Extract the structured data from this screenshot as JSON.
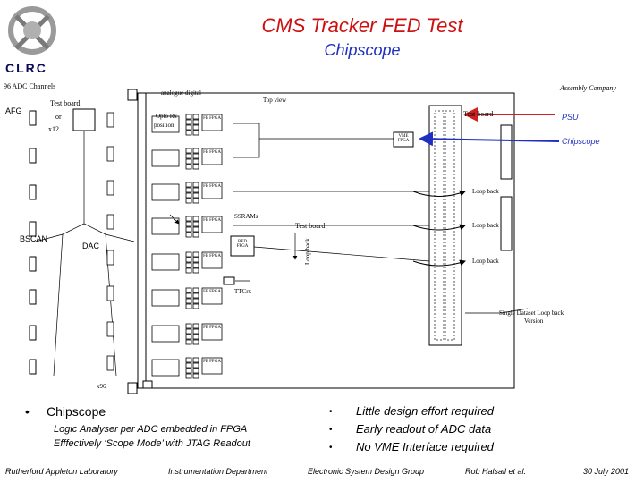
{
  "header": {
    "title": "CMS Tracker FED Test",
    "subtitle": "Chipscope",
    "logo_text": "CLRC"
  },
  "diagram": {
    "adc_channels": "96 ADC Channels",
    "assembly_company": "Assembly Company",
    "afg": "AFG",
    "test_board_left": "Test board",
    "or": "or",
    "x12": "x12",
    "analogue_digital": "analogue  digital",
    "top_view": "Top view",
    "opto_rx": "Opto Rx",
    "position": "position",
    "fe_fpga": "FE FPGA",
    "test_board_right": "Test board",
    "psu": "PSU",
    "vme_fpga": "VME FPGA",
    "chipscope": "Chipscope",
    "loop_back_1": "Loop back",
    "qdr_sram": "SSRAMs",
    "test_board_center": "Test board",
    "loop_back_2": "Loop back",
    "bscan": "BSCAN",
    "dac": "DAC",
    "bed_fpga": "BED FPGA",
    "loop_back_vertical": "Loop back",
    "loop_back_3": "Loop back",
    "ttcrx": "TTCrx",
    "single_dataset_loopback": "Single Dataset Loop back",
    "version": "Version",
    "x96": "x96"
  },
  "bullets_left": {
    "heading": "Chipscope",
    "line1": "Logic Analyser per ADC embedded in FPGA",
    "line2": "Efffectively ‘Scope Mode’ with JTAG Readout"
  },
  "bullets_right": [
    "Little design effort required",
    "Early readout of ADC data",
    "No VME Interface required"
  ],
  "footer": {
    "lab": "Rutherford Appleton Laboratory",
    "dept": "Instrumentation Department",
    "group": "Electronic System Design Group",
    "author": "Rob Halsall et al.",
    "date": "30 July 2001"
  },
  "colors": {
    "title": "#cc1111",
    "subtitle": "#1f2fbf",
    "arrow_red": "#cc2222",
    "arrow_blue": "#1f2fbf"
  }
}
